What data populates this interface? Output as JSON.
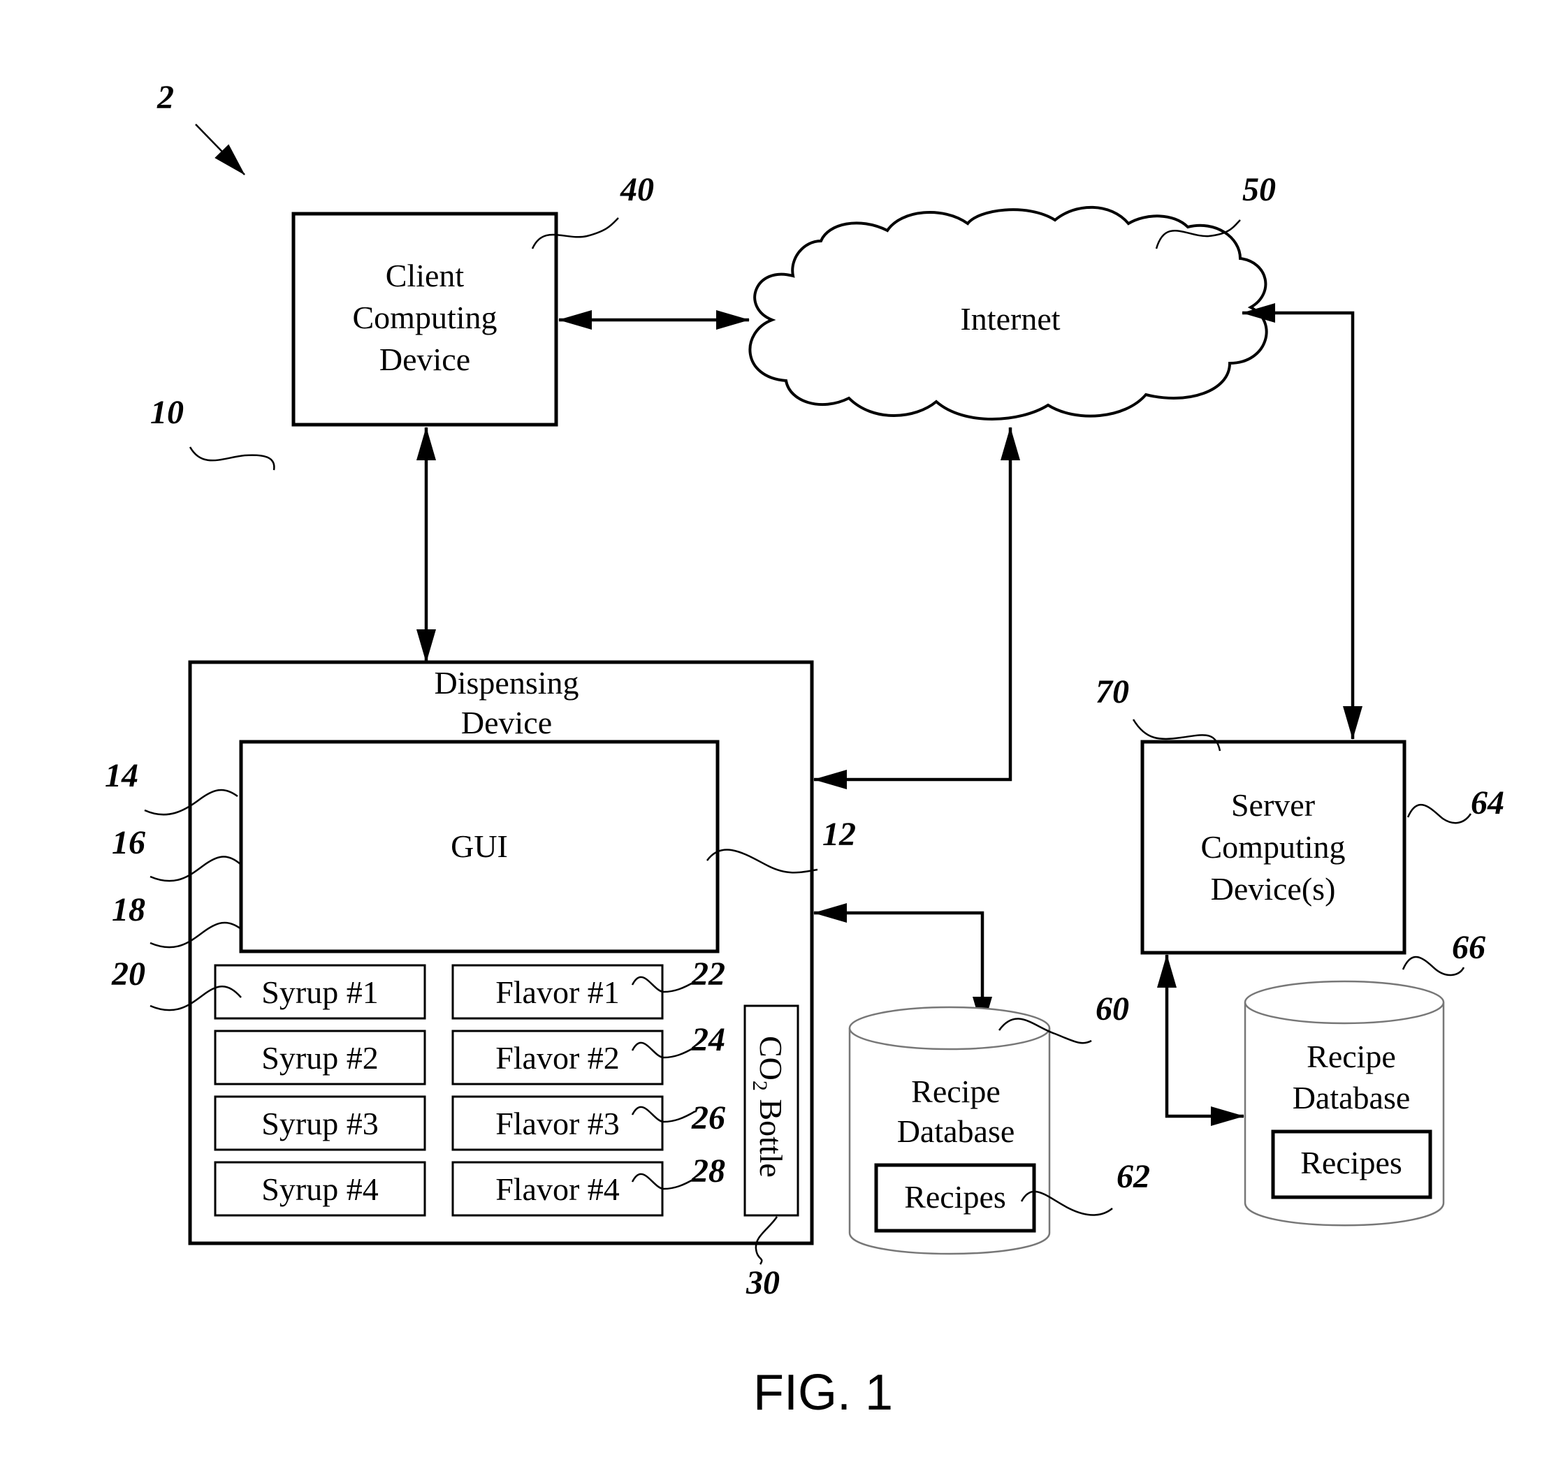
{
  "diagram": {
    "figure_caption": "FIG. 1",
    "nodes": {
      "client_device": {
        "lines": [
          "Client",
          "Computing",
          "Device"
        ],
        "ref": "40"
      },
      "internet": {
        "label": "Internet",
        "ref": "50"
      },
      "dispensing_device": {
        "lines": [
          "Dispensing",
          "Device"
        ],
        "ref": "12",
        "gui": {
          "label": "GUI"
        },
        "syrups": [
          "Syrup #1",
          "Syrup #2",
          "Syrup #3",
          "Syrup #4"
        ],
        "flavors": [
          "Flavor #1",
          "Flavor #2",
          "Flavor #3",
          "Flavor #4"
        ],
        "co2_bottle": {
          "prefix": "CO",
          "subscript": "2",
          "suffix": " Bottle",
          "ref": "30"
        }
      },
      "local_recipe_db": {
        "lines": [
          "Recipe",
          "Database"
        ],
        "content": "Recipes",
        "ref": "60",
        "content_ref": "62"
      },
      "server_device": {
        "lines": [
          "Server",
          "Computing",
          "Device(s)"
        ],
        "ref": "64"
      },
      "server_recipe_db": {
        "lines": [
          "Recipe",
          "Database"
        ],
        "content": "Recipes",
        "ref": "66"
      }
    },
    "reference_numerals": {
      "system": "2",
      "dispensing_system": "10",
      "gui_14": "14",
      "gui_16": "16",
      "gui_18": "18",
      "syrup_20": "20",
      "flavor_22": "22",
      "flavor_24": "24",
      "flavor_26": "26",
      "flavor_28": "28",
      "server_link_70": "70"
    }
  }
}
